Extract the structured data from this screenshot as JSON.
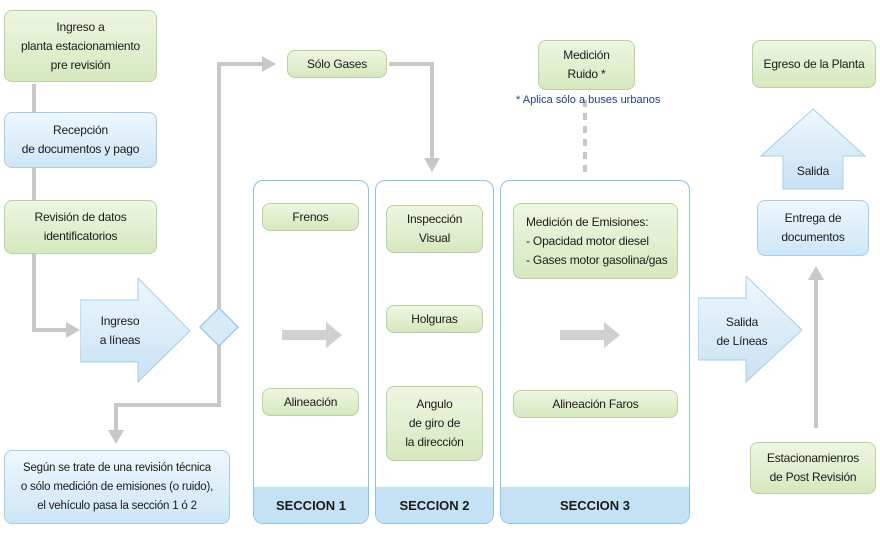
{
  "colors": {
    "green_fill": "#d6e8bf",
    "blue_fill": "#cfe6f6",
    "section_border": "#8cc3e6",
    "section_label_fill": "#c5e2f5",
    "connector": "#c8c8c8",
    "note_text": "#1f3f80"
  },
  "steps": {
    "ingreso_planta": "Ingreso a\nplanta estacionamiento\npre revisión",
    "recepcion": "Recepción\nde documentos y pago",
    "revision_datos": "Revisión de datos\nidentificatorios",
    "ingreso_lineas": "Ingreso\na líneas",
    "nota_seccion": "Según se trate de una revisión técnica\no sólo medición de emisiones (o ruido),\nel vehículo pasa la sección 1 ó 2",
    "solo_gases": "Sólo Gases",
    "medicion_ruido": "Medición\nRuido *",
    "nota_ruido": "* Aplica sólo a buses urbanos",
    "egreso_planta": "Egreso de la Planta",
    "salida": "Salida",
    "entrega_documentos": "Entrega de\ndocumentos",
    "salida_lineas": "Salida\nde Líneas",
    "estacionamientos_post": "Estacionamienros\nde Post Revisión"
  },
  "sections": [
    {
      "label": "SECCION 1",
      "items": [
        "Frenos",
        "Alineación"
      ]
    },
    {
      "label": "SECCION 2",
      "items": [
        "Inspección\nVisual",
        "Holguras",
        "Angulo\nde giro de\nla dirección"
      ]
    },
    {
      "label": "SECCION 3",
      "items": [
        "Medición de Emisiones:\n- Opacidad motor diesel\n- Gases motor gasolina/gas",
        "Alineación Faros"
      ]
    }
  ]
}
